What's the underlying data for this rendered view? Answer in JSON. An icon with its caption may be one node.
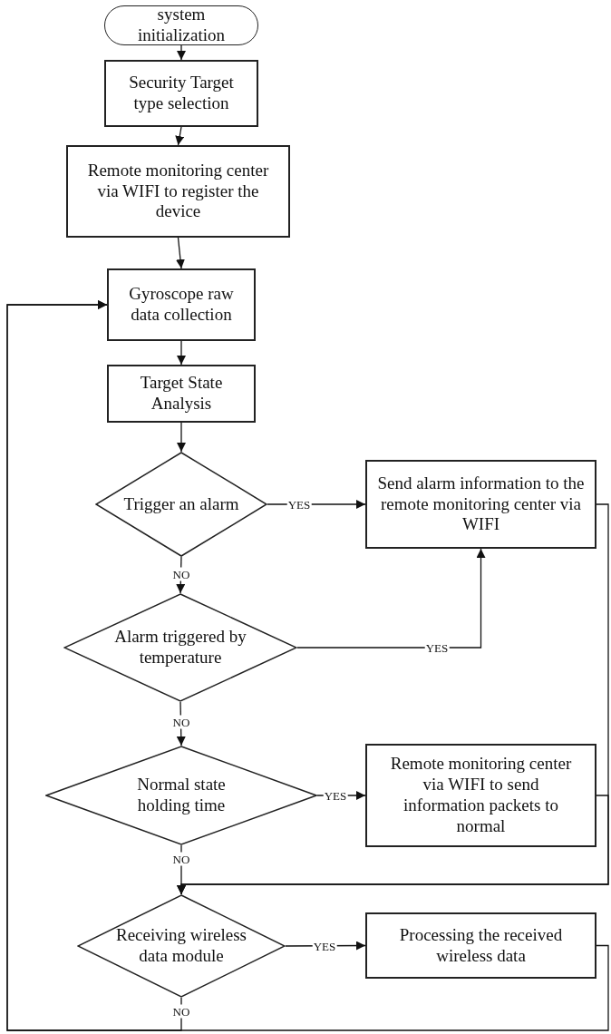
{
  "diagram": {
    "nodes": [
      {
        "text": [
          "system initialization"
        ]
      },
      {
        "text": [
          "Security Target type selection"
        ]
      },
      {
        "text": [
          "Remote monitoring center via WIFI to register the device"
        ]
      },
      {
        "text": [
          "Gyroscope raw data collection"
        ]
      },
      {
        "text": [
          "Target State Analysis"
        ]
      },
      {
        "text": [
          "Trigger an alarm"
        ]
      },
      {
        "text": [
          "Send alarm information to the remote monitoring center via WIFI"
        ]
      },
      {
        "text": [
          "Alarm triggered by temperature"
        ]
      },
      {
        "text": [
          "Normal state holding time"
        ]
      },
      {
        "text": [
          "Remote monitoring center via WIFI to send information packets to normal"
        ]
      },
      {
        "text": [
          "Receiving wireless data module"
        ]
      },
      {
        "text": [
          "Processing the received wireless data"
        ]
      }
    ],
    "edges": [
      {
        "from": 0,
        "to": 1,
        "arrow": "to"
      },
      {
        "from": 1,
        "to": 2,
        "arrow": "to"
      },
      {
        "from": 2,
        "to": 3,
        "arrow": "to"
      },
      {
        "from": 3,
        "to": 4,
        "arrow": "to"
      },
      {
        "from": 4,
        "to": 5,
        "arrow": "to"
      },
      {
        "from": 5,
        "to": 6,
        "arrow": "to",
        "label": "YES"
      },
      {
        "from": 5,
        "to": 7,
        "arrow": "to",
        "label": "NO"
      },
      {
        "from": 7,
        "to": 6,
        "arrow": "to",
        "label": "YES"
      },
      {
        "from": 7,
        "to": 8,
        "arrow": "to",
        "label": "NO"
      },
      {
        "from": 8,
        "to": 9,
        "arrow": "to",
        "label": "YES"
      },
      {
        "from": 8,
        "to": 10,
        "arrow": "to",
        "label": "NO"
      },
      {
        "from": 6,
        "to": 10,
        "arrow": "to"
      },
      {
        "from": 9,
        "to": 10,
        "arrow": "to"
      },
      {
        "from": 10,
        "to": 11,
        "arrow": "to",
        "label": "YES"
      },
      {
        "from": 10,
        "to": 3,
        "arrow": "to",
        "label": "NO"
      },
      {
        "from": 11,
        "to": 3,
        "arrow": "to"
      }
    ]
  }
}
